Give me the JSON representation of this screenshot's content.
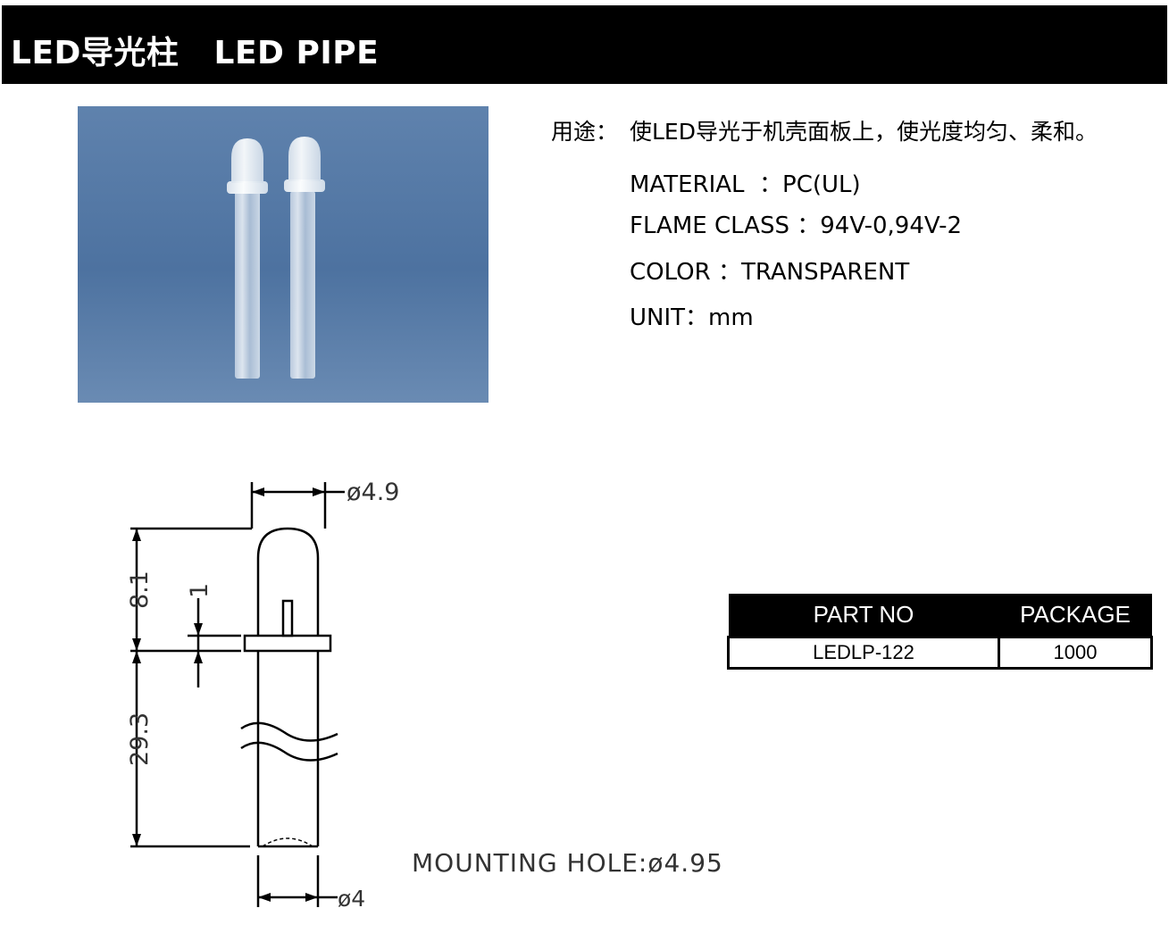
{
  "header": {
    "title": "LED导光柱   LED PIPE"
  },
  "description": {
    "usage_label": "用途：",
    "usage_text": "使LED导光于机壳面板上，使光度均匀、柔和。",
    "material": "MATERIAL  ：PC(UL)",
    "flame_class": "FLAME CLASS ：94V-0,94V-2",
    "color": "COLOR ：TRANSPARENT",
    "unit": "UNIT：mm"
  },
  "drawing": {
    "top_diameter": "ø4.9",
    "height_top": "8.1",
    "pin_length": "1",
    "height_body": "29.3",
    "bottom_diameter": "ø4",
    "mounting_hole": "MOUNTING  HOLE:ø4.95"
  },
  "table": {
    "headers": [
      "PART NO",
      "PACKAGE"
    ],
    "rows": [
      [
        "LEDLP-122",
        "1000"
      ]
    ]
  },
  "colors": {
    "header_bg": "#000000",
    "photo_bg": "#4a6e9a"
  }
}
